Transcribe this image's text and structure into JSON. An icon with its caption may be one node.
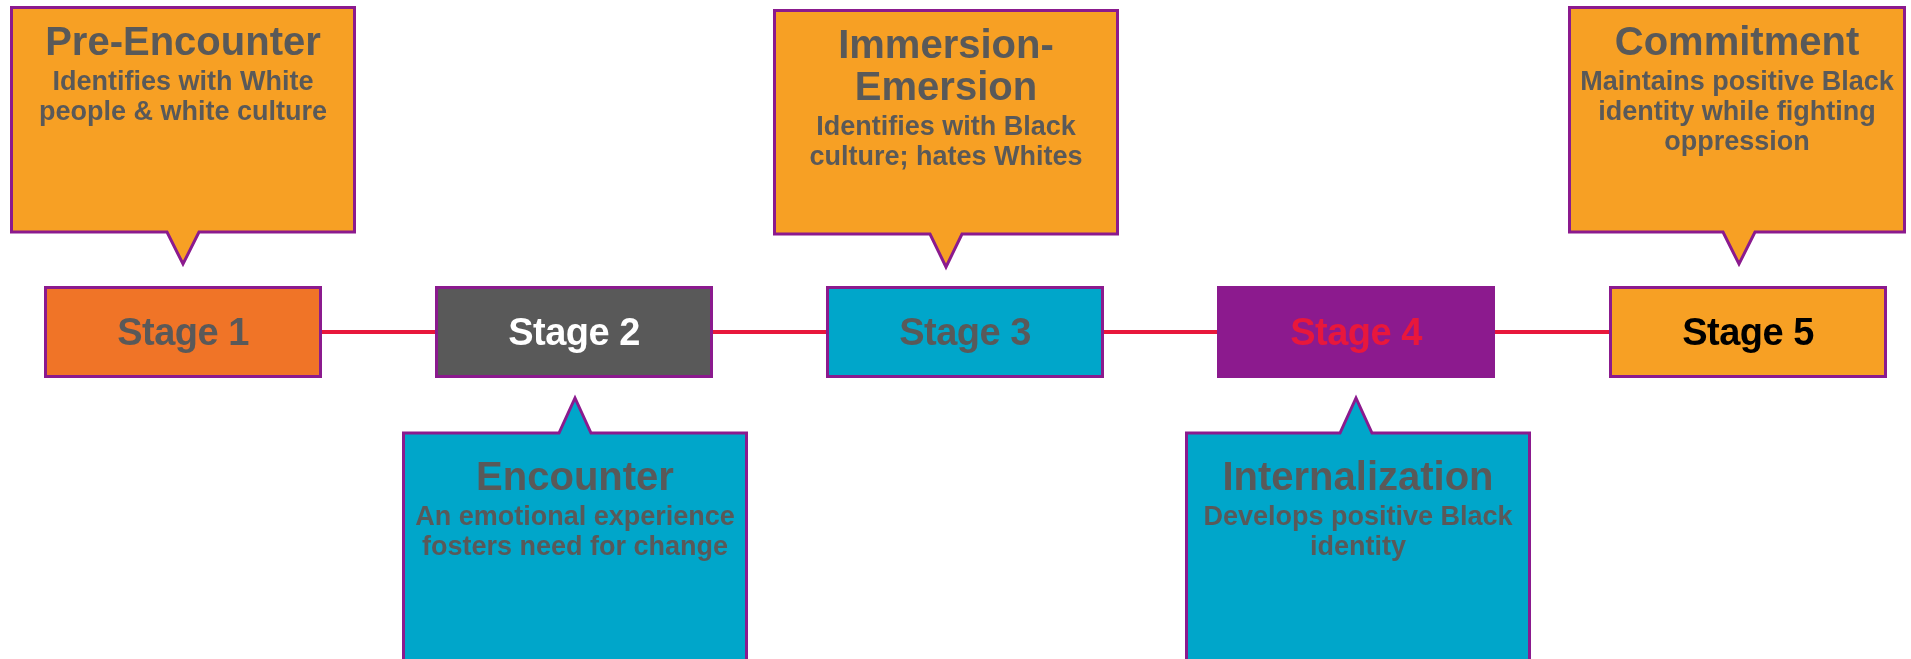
{
  "diagram": {
    "nodes": [
      {
        "text": [
          "Pre-Encounter",
          "Identifies with White people & white culture"
        ]
      },
      {
        "text": [
          "Immersion-Emersion",
          "Identifies with Black culture; hates Whites"
        ]
      },
      {
        "text": [
          "Commitment",
          "Maintains positive Black identity while fighting oppression"
        ]
      },
      {
        "text": [
          "Stage 1"
        ]
      },
      {
        "text": [
          "Stage 2"
        ]
      },
      {
        "text": [
          "Stage 3"
        ]
      },
      {
        "text": [
          "Stage 4"
        ]
      },
      {
        "text": [
          "Stage 5"
        ]
      },
      {
        "text": [
          "Encounter",
          "An emotional experience fosters need for change"
        ]
      },
      {
        "text": [
          "Internalization",
          "Develops positive Black identity"
        ]
      }
    ],
    "edges": [
      {
        "from": 3,
        "to": 4,
        "arrow": "none"
      },
      {
        "from": 4,
        "to": 5,
        "arrow": "none"
      },
      {
        "from": 5,
        "to": 6,
        "arrow": "none"
      },
      {
        "from": 6,
        "to": 7,
        "arrow": "none"
      }
    ]
  }
}
